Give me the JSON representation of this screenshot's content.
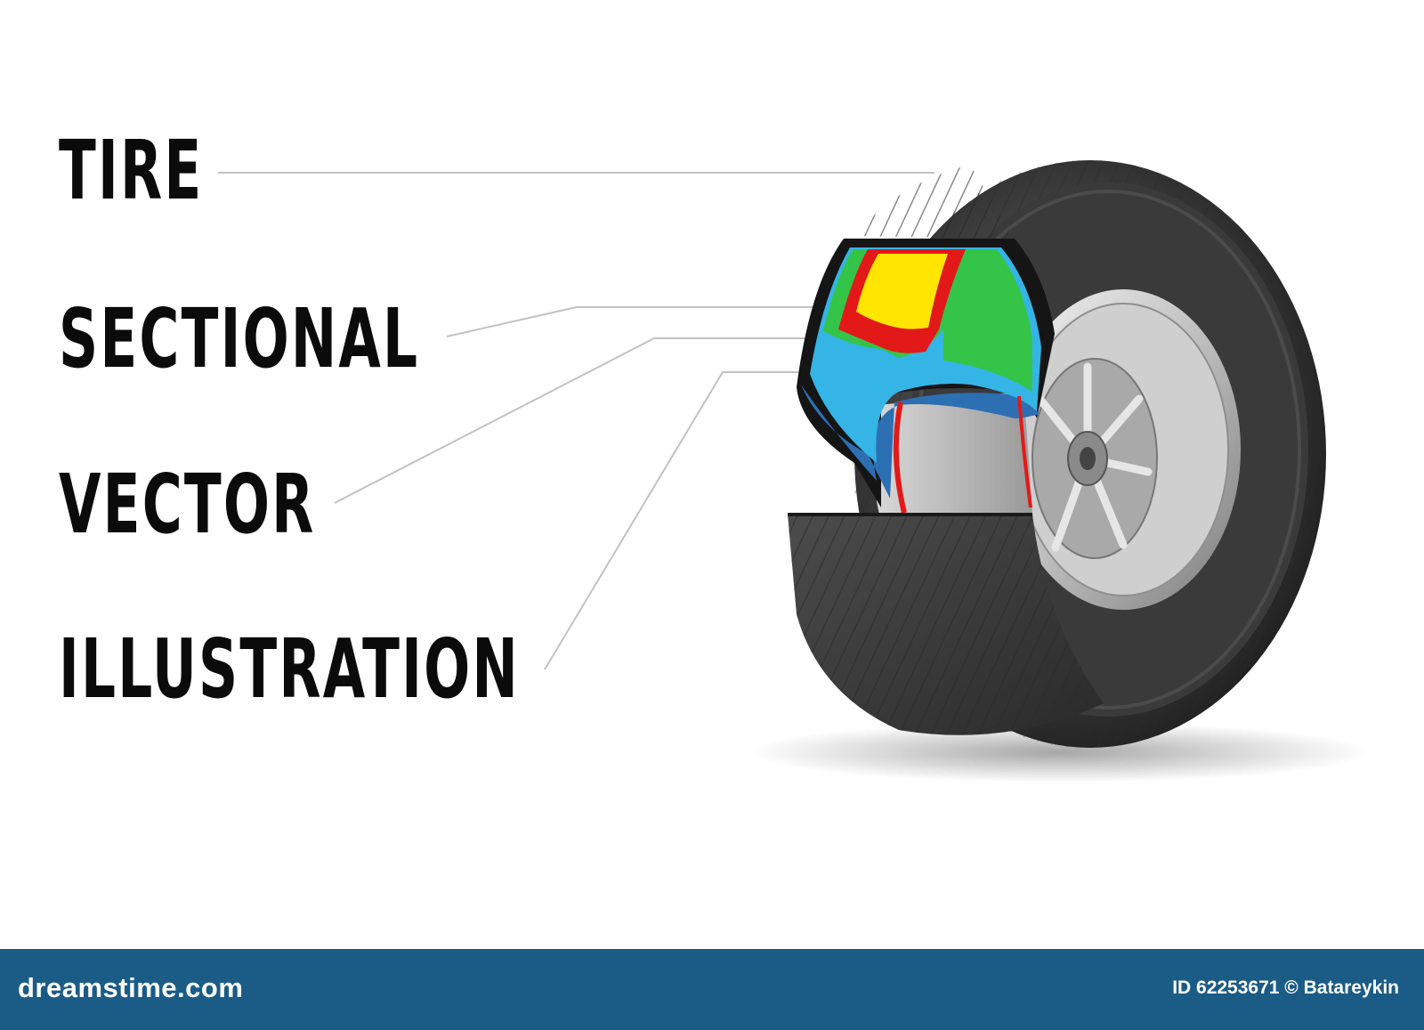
{
  "labels": [
    "TIRE",
    "SECTIONAL",
    "VECTOR",
    "ILLUSTRATION"
  ],
  "colors": {
    "tread": "#3b3b3b",
    "layer_blue": "#35b4e6",
    "layer_blue_dark": "#2d6fb3",
    "layer_green": "#34c548",
    "layer_red": "#e31919",
    "layer_yellow": "#ffe500",
    "footer": "#1b5c86",
    "leader_line": "#c2c2c2"
  },
  "footer": {
    "logo": "dreamstime.com",
    "credit": "ID 62253671 © Batareykin"
  }
}
